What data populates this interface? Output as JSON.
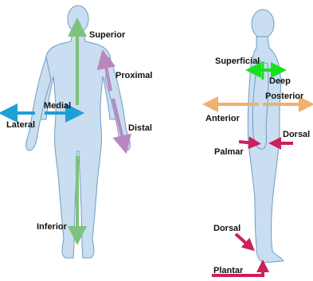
{
  "labels": {
    "superior": "Superior",
    "proximal": "Proximal",
    "medial": "Medial",
    "lateral": "Lateral",
    "distal": "Distal",
    "inferior": "Inferior",
    "superficial": "Superficial",
    "deep": "Deep",
    "posterior": "Posterior",
    "anterior": "Anterior",
    "dorsal_hand": "Dorsal",
    "palmar": "Palmar",
    "dorsal_foot": "Dorsal",
    "plantar": "Plantar"
  },
  "colors": {
    "body_fill": "#c9def0",
    "body_stroke": "#6f9cc6",
    "green_arrow": "#7dc27d",
    "blue_arrow": "#1e9fd6",
    "purple_arrow": "#b987be",
    "bright_green_arrow": "#19e01e",
    "orange_arrow": "#f0b16e",
    "magenta_arrow": "#cc1f5c"
  }
}
